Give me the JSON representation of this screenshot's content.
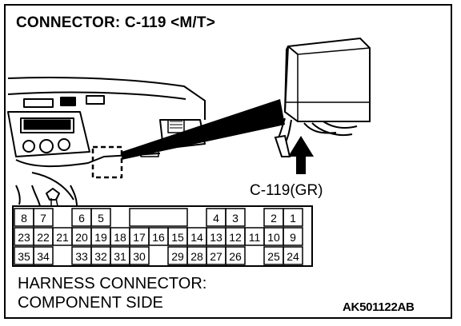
{
  "title": "CONNECTOR: C-119 <M/T>",
  "connector_label": "C-119(GR)",
  "footer": {
    "line1": "HARNESS CONNECTOR:",
    "line2": "COMPONENT SIDE",
    "code": "AK501122AB"
  },
  "pins": {
    "row1": [
      "8",
      "7",
      "6",
      "5",
      "4",
      "3",
      "2",
      "1"
    ],
    "row2": [
      "23",
      "22",
      "21",
      "20",
      "19",
      "18",
      "17",
      "16",
      "15",
      "14",
      "13",
      "12",
      "11",
      "10",
      "9"
    ],
    "row3": [
      "35",
      "34",
      "33",
      "32",
      "31",
      "30",
      "29",
      "28",
      "27",
      "26",
      "25",
      "24"
    ]
  }
}
